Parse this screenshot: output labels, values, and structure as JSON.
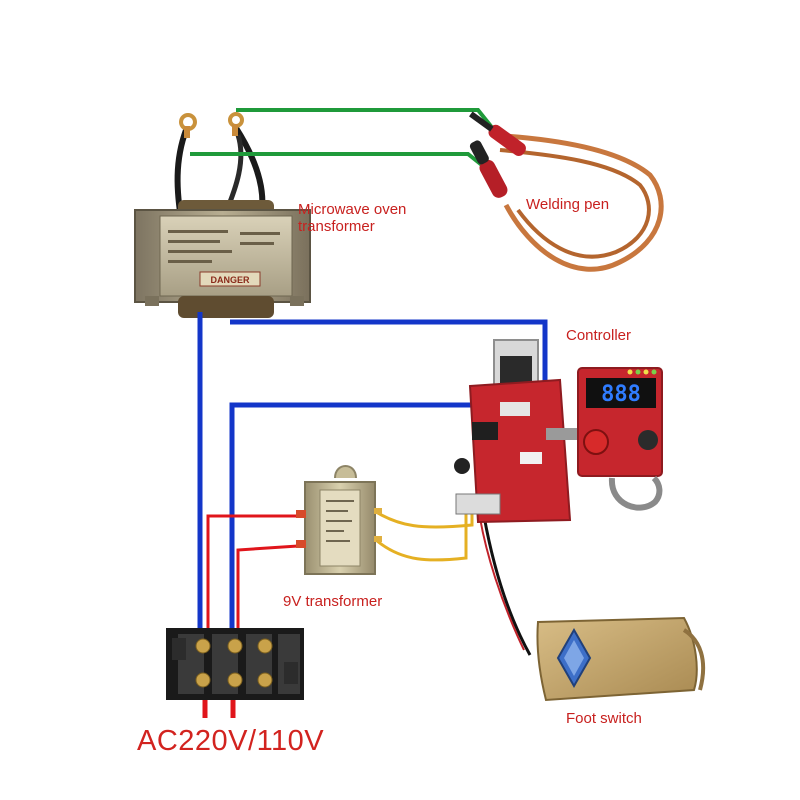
{
  "labels": {
    "microwave_transformer": "Microwave oven transformer",
    "welding_pen": "Welding pen",
    "controller": "Controller",
    "nine_v_transformer": "9V transformer",
    "foot_switch": "Foot switch",
    "ac_input": "AC220V/110V"
  },
  "display": {
    "digits": "888"
  },
  "transformer_plate": {
    "warning": "DANGER"
  },
  "colors": {
    "wire_green": "#1f9a3a",
    "wire_blue": "#1336c9",
    "wire_red": "#e0151b",
    "wire_yellow": "#e5b023",
    "wire_black": "#111111",
    "label_red": "#c8211f",
    "board_red": "#c6262d",
    "display_digits": "#2f7cff"
  },
  "icons": [
    "microwave-transformer",
    "welding-pen",
    "controller-board",
    "display-module",
    "nine-v-transformer",
    "terminal-block",
    "foot-switch"
  ]
}
